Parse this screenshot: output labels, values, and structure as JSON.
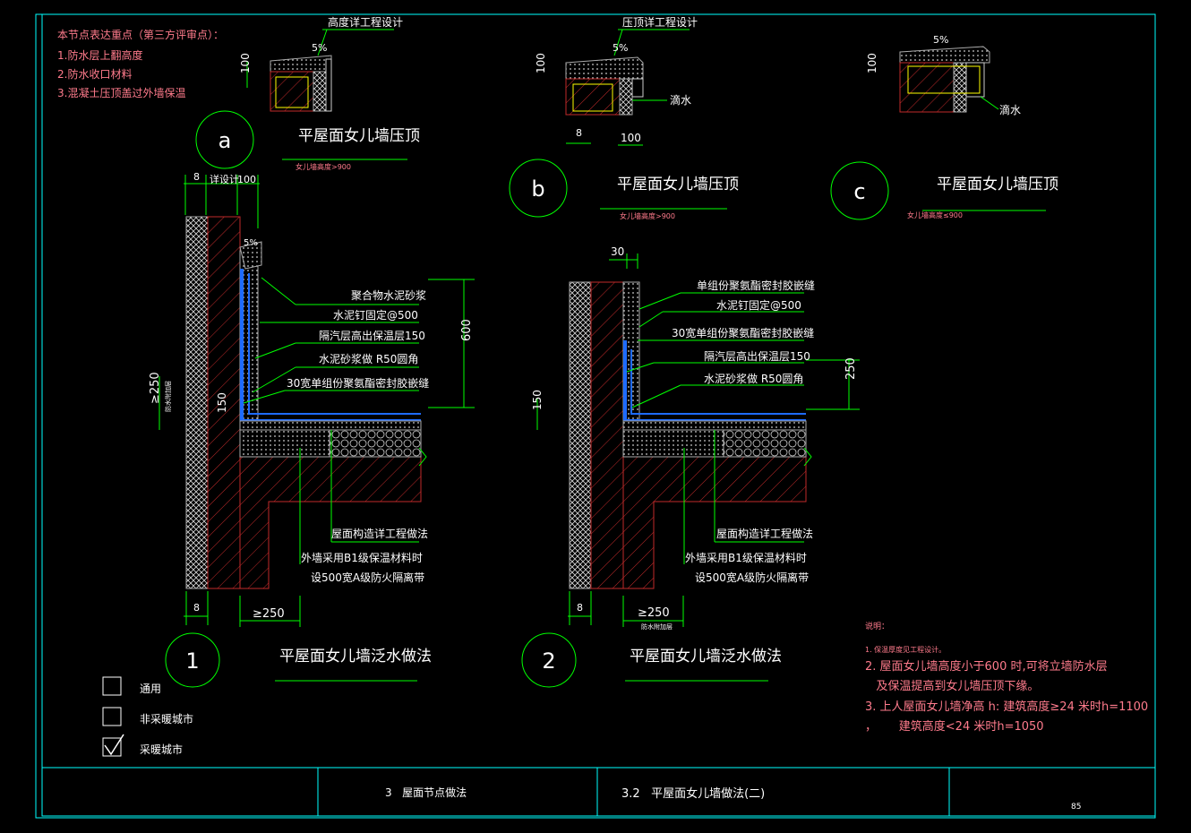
{
  "notes_title": "本节点表达重点（第三方评审点）：",
  "notes": [
    "1.防水层上翻高度",
    "2.防水收口材料",
    "3.混凝土压顶盖过外墙保温"
  ],
  "details": {
    "a": {
      "marker": "a",
      "title": "平屋面女儿墙压顶",
      "sub": "女儿墙高度>900",
      "top_label": "高度详工程设计",
      "slope": "5%",
      "dim_h": "100"
    },
    "b": {
      "marker": "b",
      "title": "平屋面女儿墙压顶",
      "sub": "女儿墙高度>900",
      "top_label": "压顶详工程设计",
      "slope": "5%",
      "dim_h": "100",
      "dim_8": "8",
      "dim_100": "100",
      "drip": "滴水"
    },
    "c": {
      "marker": "c",
      "title": "平屋面女儿墙压顶",
      "sub": "女儿墙高度≤900",
      "slope": "5%",
      "dim_h": "100",
      "drip": "滴水"
    }
  },
  "detail1": {
    "marker": "1",
    "title": "平屋面女儿墙泛水做法",
    "top_dims": [
      "8",
      "详设计",
      "100"
    ],
    "slope": "5%",
    "labels": [
      "聚合物水泥砂浆",
      "水泥钉固定@500",
      "隔汽层高出保温层150",
      "水泥砂浆做  R50圆角",
      "30宽单组份聚氨酯密封胶嵌缝",
      "屋面构造详工程做法",
      "外墙采用B1级保温材料时",
      "设500宽A级防火隔离带"
    ],
    "dim_600": "600",
    "dim_250_left": "≥250",
    "dim_250_sub": "防水附加层",
    "dim_150": "150",
    "dim_8": "8",
    "dim_250_bottom": "≥250"
  },
  "detail2": {
    "marker": "2",
    "title": "平屋面女儿墙泛水做法",
    "top_dim": "30",
    "labels": [
      "单组份聚氨酯密封胶嵌缝",
      "水泥钉固定@500",
      "30宽单组份聚氨酯密封胶嵌缝",
      "隔汽层高出保温层150",
      "水泥砂浆做  R50圆角",
      "屋面构造详工程做法",
      "外墙采用B1级保温材料时",
      "设500宽A级防火隔离带"
    ],
    "dim_250": "250",
    "dim_150": "150",
    "dim_8": "8",
    "dim_250_bottom": "≥250",
    "dim_250_sub": "防水附加层"
  },
  "legend": [
    {
      "label": "通用",
      "checked": false
    },
    {
      "label": "非采暖城市",
      "checked": false
    },
    {
      "label": "采暖城市",
      "checked": true
    }
  ],
  "explain": {
    "title": "说明：",
    "items": [
      "1. 保温厚度见工程设计。",
      "2. 屋面女儿墙高度小于600  时,可将立墙防水层",
      "   及保温提高到女儿墙压顶下缘。",
      "3. 上人屋面女儿墙净高  h:  建筑高度≥24 米时h=1100",
      "，      建筑高度<24 米时h=1050"
    ]
  },
  "titleblock": {
    "chapter": "3   屋面节点做法",
    "section": "3.2   平屋面女儿墙做法(二)",
    "page": "85"
  },
  "colors": {
    "frame": "#00ffff",
    "text": "#ffffff",
    "note": "#ff7b8c",
    "line": "#00ff00",
    "wall": "#ff3333",
    "membrane": "#1e6bff"
  }
}
